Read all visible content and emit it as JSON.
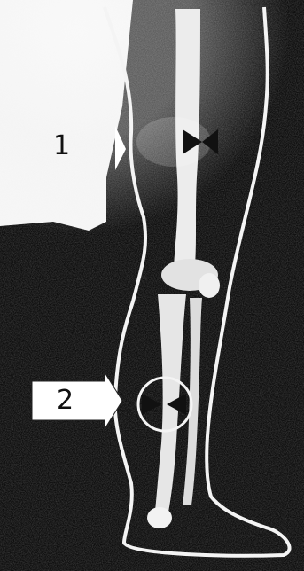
{
  "figure": {
    "markers": [
      {
        "id": "1",
        "text": "1"
      },
      {
        "id": "2",
        "text": "2"
      }
    ],
    "colors": {
      "background_dark": "#0d0d0d",
      "outline": "#f4f4f4",
      "bone": "#ececec",
      "highlight_area": "#ffffff"
    }
  }
}
